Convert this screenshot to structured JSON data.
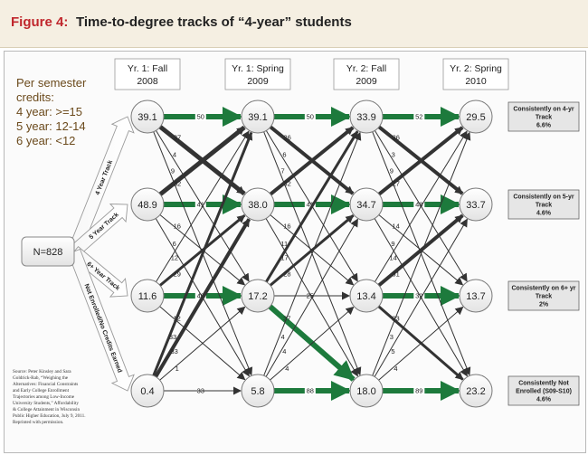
{
  "figure": {
    "number": "Figure 4:",
    "title": "Time-to-degree tracks of “4-year” students"
  },
  "credits": {
    "lines": [
      "Per semester",
      "credits:",
      "4 year: >=15",
      "5 year: 12-14",
      "6 year: <12"
    ]
  },
  "columns": [
    {
      "line1": "Yr. 1: Fall",
      "line2": "2008"
    },
    {
      "line1": "Yr. 1: Spring",
      "line2": "2009"
    },
    {
      "line1": "Yr. 2: Fall",
      "line2": "2009"
    },
    {
      "line1": "Yr. 2: Spring",
      "line2": "2010"
    }
  ],
  "start_node": "N=828",
  "tracks": [
    "4 Year Track",
    "5 Year Track",
    "6+ Year Track",
    "Not Enrolled/No Credits Earned"
  ],
  "nodes": [
    [
      "39.1",
      "48.9",
      "11.6",
      "0.4"
    ],
    [
      "39.1",
      "38.0",
      "17.2",
      "5.8"
    ],
    [
      "33.9",
      "34.7",
      "13.4",
      "18.0"
    ],
    [
      "29.5",
      "33.7",
      "13.7",
      "23.2"
    ]
  ],
  "retention": [
    {
      "l1": "Consistently on 4-yr",
      "l2": "Track",
      "pct": "6.6%"
    },
    {
      "l1": "Consistently on 5-yr",
      "l2": "Track",
      "pct": "4.6%"
    },
    {
      "l1": "Consistently on 6+ yr",
      "l2": "Track",
      "pct": "2%"
    },
    {
      "l1": "Consistently Not",
      "l2": "Enrolled (S09-S10)",
      "pct": "4.6%"
    }
  ],
  "flows": [
    {
      "from": [
        0,
        0
      ],
      "to": [
        1,
        0
      ],
      "v": "50",
      "green": true
    },
    {
      "from": [
        1,
        0
      ],
      "to": [
        2,
        0
      ],
      "v": "50",
      "green": true
    },
    {
      "from": [
        2,
        0
      ],
      "to": [
        3,
        0
      ],
      "v": "52",
      "green": true
    },
    {
      "from": [
        0,
        1
      ],
      "to": [
        1,
        1
      ],
      "v": "41",
      "green": true
    },
    {
      "from": [
        1,
        1
      ],
      "to": [
        2,
        1
      ],
      "v": "41",
      "green": true
    },
    {
      "from": [
        2,
        1
      ],
      "to": [
        3,
        1
      ],
      "v": "48",
      "green": true
    },
    {
      "from": [
        0,
        2
      ],
      "to": [
        1,
        2
      ],
      "v": "48",
      "green": true
    },
    {
      "from": [
        1,
        2
      ],
      "to": [
        2,
        2
      ],
      "v": "25",
      "green": false
    },
    {
      "from": [
        2,
        2
      ],
      "to": [
        3,
        2
      ],
      "v": "32",
      "green": true
    },
    {
      "from": [
        0,
        3
      ],
      "to": [
        1,
        3
      ],
      "v": "33",
      "green": false
    },
    {
      "from": [
        1,
        3
      ],
      "to": [
        2,
        3
      ],
      "v": "88",
      "green": true
    },
    {
      "from": [
        2,
        3
      ],
      "to": [
        3,
        3
      ],
      "v": "89",
      "green": true
    },
    {
      "from": [
        1,
        2
      ],
      "to": [
        2,
        3
      ],
      "v": "37",
      "green": true
    },
    {
      "from": [
        0,
        0
      ],
      "to": [
        1,
        1
      ],
      "v": "37",
      "w": 5
    },
    {
      "from": [
        0,
        0
      ],
      "to": [
        1,
        2
      ],
      "v": "4"
    },
    {
      "from": [
        0,
        0
      ],
      "to": [
        1,
        3
      ],
      "v": "9"
    },
    {
      "from": [
        0,
        1
      ],
      "to": [
        1,
        0
      ],
      "v": "32",
      "w": 5
    },
    {
      "from": [
        0,
        1
      ],
      "to": [
        1,
        2
      ],
      "v": "16"
    },
    {
      "from": [
        0,
        1
      ],
      "to": [
        1,
        3
      ],
      "v": "6"
    },
    {
      "from": [
        0,
        2
      ],
      "to": [
        1,
        0
      ],
      "v": "12"
    },
    {
      "from": [
        0,
        2
      ],
      "to": [
        1,
        1
      ],
      "v": "29",
      "w": 3
    },
    {
      "from": [
        0,
        2
      ],
      "to": [
        1,
        3
      ],
      "v": "12"
    },
    {
      "from": [
        0,
        3
      ],
      "to": [
        1,
        0
      ],
      "v": "33",
      "w": 3
    },
    {
      "from": [
        0,
        3
      ],
      "to": [
        1,
        1
      ],
      "v": "33",
      "w": 4
    },
    {
      "from": [
        0,
        3
      ],
      "to": [
        1,
        2
      ],
      "v": "1"
    },
    {
      "from": [
        1,
        0
      ],
      "to": [
        2,
        1
      ],
      "v": "36",
      "w": 4
    },
    {
      "from": [
        1,
        0
      ],
      "to": [
        2,
        2
      ],
      "v": "6"
    },
    {
      "from": [
        1,
        0
      ],
      "to": [
        2,
        3
      ],
      "v": "7"
    },
    {
      "from": [
        1,
        1
      ],
      "to": [
        2,
        0
      ],
      "v": "32",
      "w": 4
    },
    {
      "from": [
        1,
        1
      ],
      "to": [
        2,
        2
      ],
      "v": "16"
    },
    {
      "from": [
        1,
        1
      ],
      "to": [
        2,
        3
      ],
      "v": "11"
    },
    {
      "from": [
        1,
        2
      ],
      "to": [
        2,
        0
      ],
      "v": "17",
      "w": 3
    },
    {
      "from": [
        1,
        2
      ],
      "to": [
        2,
        1
      ],
      "v": "28",
      "w": 3
    },
    {
      "from": [
        1,
        3
      ],
      "to": [
        2,
        0
      ],
      "v": "4"
    },
    {
      "from": [
        1,
        3
      ],
      "to": [
        2,
        1
      ],
      "v": "4"
    },
    {
      "from": [
        1,
        3
      ],
      "to": [
        2,
        2
      ],
      "v": "4"
    },
    {
      "from": [
        2,
        0
      ],
      "to": [
        3,
        1
      ],
      "v": "36",
      "w": 4
    },
    {
      "from": [
        2,
        0
      ],
      "to": [
        3,
        2
      ],
      "v": "3"
    },
    {
      "from": [
        2,
        0
      ],
      "to": [
        3,
        3
      ],
      "v": "9"
    },
    {
      "from": [
        2,
        1
      ],
      "to": [
        3,
        0
      ],
      "v": "27",
      "w": 4
    },
    {
      "from": [
        2,
        1
      ],
      "to": [
        3,
        2
      ],
      "v": "14"
    },
    {
      "from": [
        2,
        1
      ],
      "to": [
        3,
        3
      ],
      "v": "9"
    },
    {
      "from": [
        2,
        2
      ],
      "to": [
        3,
        0
      ],
      "v": "14"
    },
    {
      "from": [
        2,
        2
      ],
      "to": [
        3,
        1
      ],
      "v": "31",
      "w": 4
    },
    {
      "from": [
        2,
        2
      ],
      "to": [
        3,
        3
      ],
      "v": "23",
      "w": 3
    },
    {
      "from": [
        2,
        3
      ],
      "to": [
        3,
        0
      ],
      "v": "3"
    },
    {
      "from": [
        2,
        3
      ],
      "to": [
        3,
        1
      ],
      "v": "5"
    },
    {
      "from": [
        2,
        3
      ],
      "to": [
        3,
        2
      ],
      "v": "4"
    }
  ],
  "source": {
    "lines": [
      "Source: Peter Kinsley and Sara",
      "Goldrick-Rab, “Weighing the",
      "Alternatives: Financial Constraints",
      "and Early College Enrollment",
      "Trajectories among Low-Income",
      "University Students,” Affordability",
      "& College Attainment in Wisconsin",
      "Public Higher Education, July 9, 2011.",
      "Reprinted with permission."
    ]
  }
}
